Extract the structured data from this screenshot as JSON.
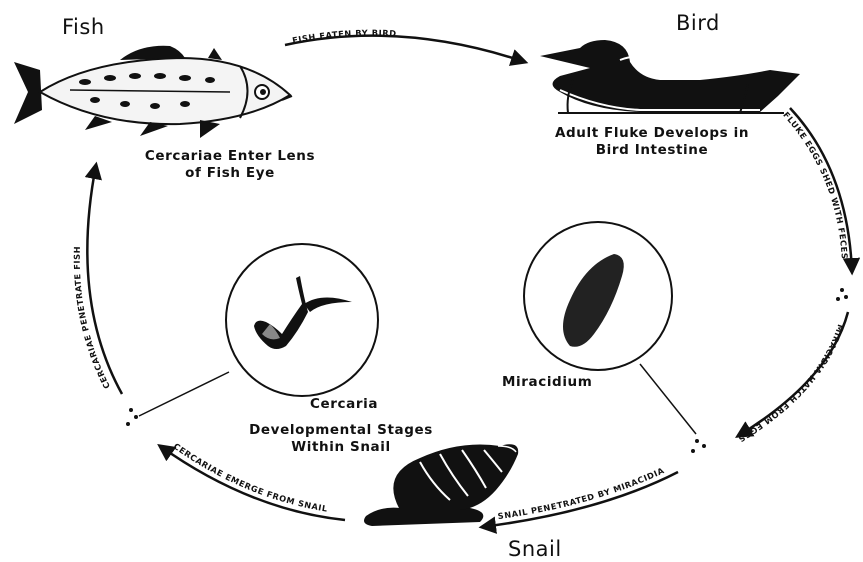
{
  "nodes": {
    "fish": "Fish",
    "bird": "Bird",
    "snail": "Snail"
  },
  "captions": {
    "bird_stage_line1": "Adult Fluke Develops in",
    "bird_stage_line2": "Bird Intestine",
    "fish_stage_line1": "Cercariae Enter Lens",
    "fish_stage_line2": "of Fish Eye",
    "miracidium": "Miracidium",
    "cercaria": "Cercaria",
    "snail_stage_line1": "Developmental Stages",
    "snail_stage_line2": "Within Snail"
  },
  "arrows": {
    "fish_to_bird": "FISH EATEN BY BIRD",
    "bird_to_eggs": "FLUKE EGGS SHED WITH FECES",
    "eggs_to_miracidia": "MIRACIDIA HATCH FROM EGGS",
    "miracidia_to_snail": "SNAIL PENETRATED BY MIRACIDIA",
    "snail_to_cercariae": "CERCARIAE EMERGE FROM SNAIL",
    "cercariae_to_fish": "CERCARIAE PENETRATE FISH"
  },
  "colors": {
    "ink": "#111111",
    "paper": "#ffffff"
  }
}
